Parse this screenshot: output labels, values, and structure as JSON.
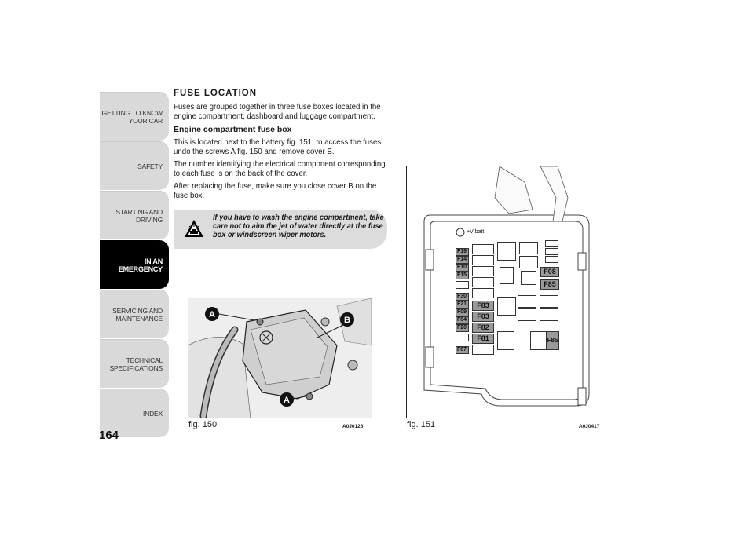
{
  "sidebar": {
    "tabs": [
      {
        "label": "GETTING TO KNOW\nYOUR CAR",
        "active": false
      },
      {
        "label": "SAFETY",
        "active": false
      },
      {
        "label": "STARTING AND\nDRIVING",
        "active": false
      },
      {
        "label": "IN AN\nEMERGENCY",
        "active": true
      },
      {
        "label": "SERVICING AND\nMAINTENANCE",
        "active": false
      },
      {
        "label": "TECHNICAL\nSPECIFICATIONS",
        "active": false
      },
      {
        "label": "INDEX",
        "active": false
      }
    ],
    "page_number": "164"
  },
  "content": {
    "heading": "FUSE LOCATION",
    "intro": "Fuses are grouped together in three fuse boxes located in the engine compartment, dashboard and luggage compartment.",
    "subheading": "Engine compartment fuse box",
    "para1": "This is located next to the battery fig. 151: to access the fuses, undo the screws A fig. 150 and remove cover B.",
    "para2": "The number identifying the electrical component corresponding to each fuse is on the back of the cover.",
    "para3": "After replacing the fuse, make sure you close cover B on the fuse box.",
    "warning": "If you have to wash the engine compartment, take care not to aim the jet of water directly at the fuse box or windscreen wiper motors.",
    "warning_icon": "engine-wash-warning-icon"
  },
  "fig150": {
    "caption": "fig. 150",
    "code": "A0J0126",
    "labels": {
      "a_top": "A",
      "b": "B",
      "a_bottom": "A"
    }
  },
  "fig151": {
    "caption": "fig. 151",
    "code": "A0J0417",
    "battery_label": "+V batt.",
    "fuses_small": [
      "F19",
      "F14",
      "F10",
      "F15",
      "F30",
      "F21",
      "F09",
      "F84",
      "F20",
      "F87"
    ],
    "fuses_big": [
      "F83",
      "F03",
      "F82",
      "F81"
    ],
    "fuses_right": [
      "F08",
      "F85"
    ],
    "fuse_bottom": "F85"
  },
  "colors": {
    "active_tab": "#000000",
    "tab": "#d9d9d9",
    "warning_box": "#dcdcdc",
    "fuse_fill": "#9a9a9a"
  }
}
